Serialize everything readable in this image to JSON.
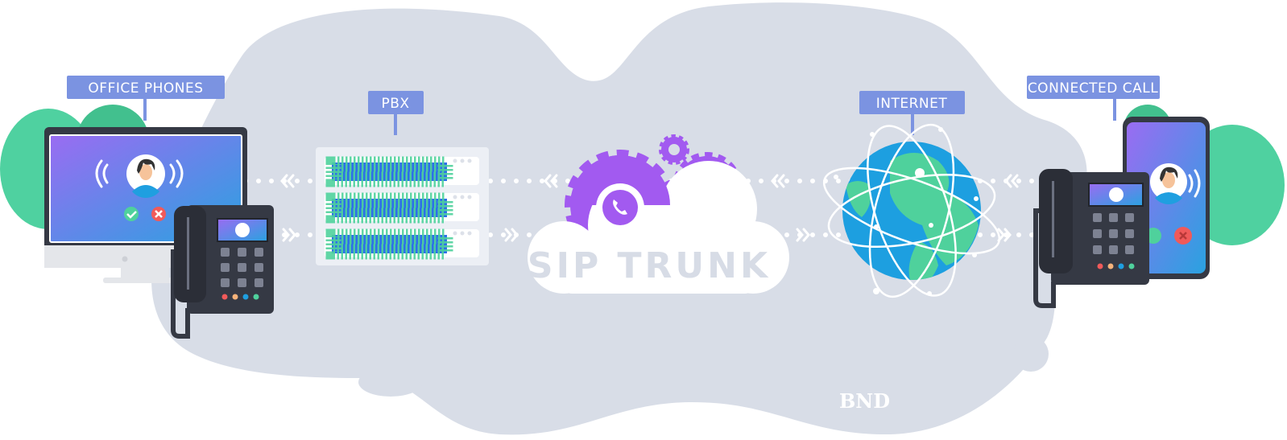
{
  "labels": {
    "office_phones": "OFFICE PHONES",
    "pbx": "PBX",
    "internet": "INTERNET",
    "connected_call": "CONNECTED CALL"
  },
  "sip_trunk": "SIP TRUNK",
  "logo": "BND",
  "colors": {
    "background_blob": "#d8dde7",
    "label": "#7b93e1",
    "gear": "#a25af0",
    "screen_start": "#9a6cf2",
    "screen_end": "#2aa2e0",
    "leaf": "#4fd1a0",
    "phone_body": "#353944",
    "globe_ocean": "#1d9fe0",
    "globe_land": "#4fd19c",
    "accept": "#4fd19c",
    "decline": "#f05a5a"
  },
  "icons": [
    "phone-icon",
    "gear-icon",
    "globe-icon",
    "avatar-icon",
    "check-icon",
    "x-icon",
    "sound-wave-icon"
  ]
}
